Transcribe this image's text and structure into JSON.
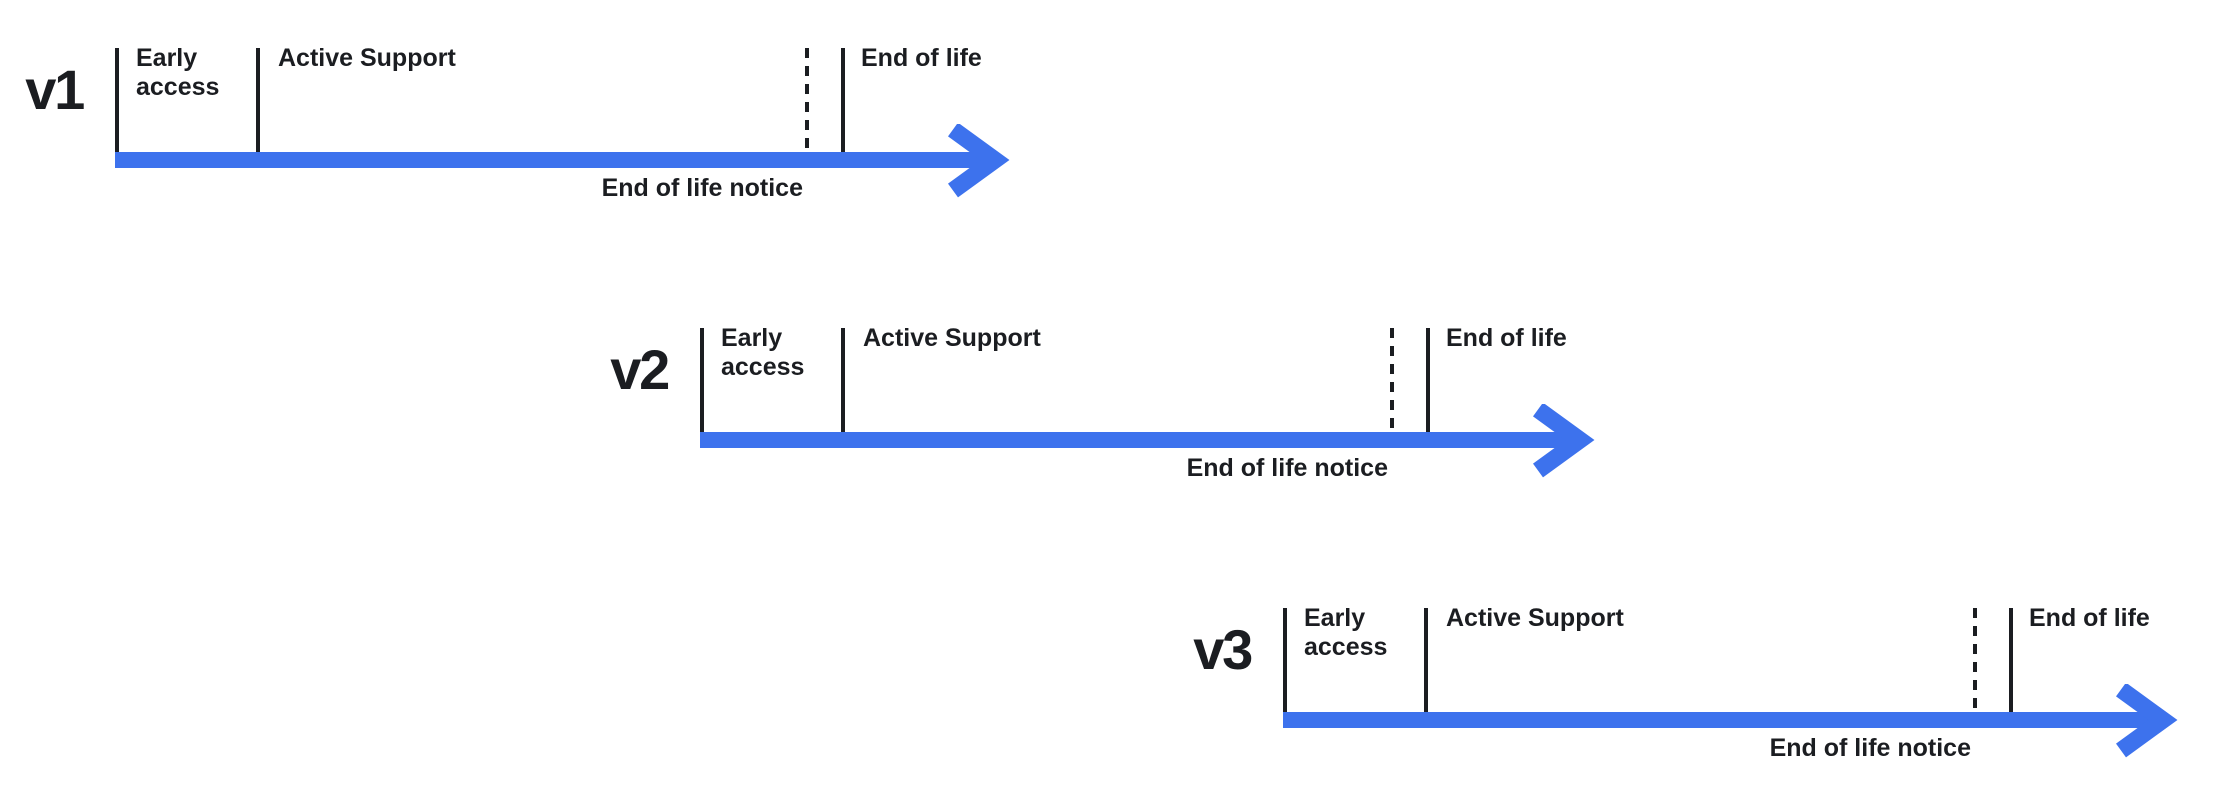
{
  "timeline": {
    "colors": {
      "arrow": "#3d72ed",
      "text": "#1b1d21",
      "background": "#ffffff"
    },
    "rows": [
      {
        "version": "v1",
        "early_access": "Early access",
        "active_support": "Active Support",
        "end_of_life": "End of life",
        "eol_notice": "End of life notice"
      },
      {
        "version": "v2",
        "early_access": "Early access",
        "active_support": "Active Support",
        "end_of_life": "End of life",
        "eol_notice": "End of life notice"
      },
      {
        "version": "v3",
        "early_access": "Early access",
        "active_support": "Active Support",
        "end_of_life": "End of life",
        "eol_notice": "End of life notice"
      }
    ]
  }
}
